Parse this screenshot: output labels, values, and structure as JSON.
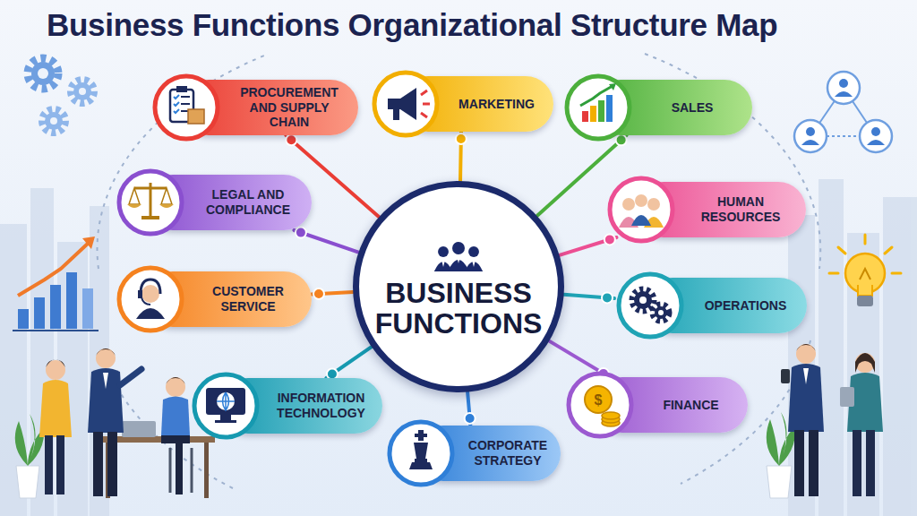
{
  "diagram": {
    "title": "Business Functions Organizational Structure Map",
    "nodes": [
      {
        "text": [
          "PROCUREMENT AND SUPPLY CHAIN"
        ]
      },
      {
        "text": [
          "MARKETING"
        ]
      },
      {
        "text": [
          "SALES"
        ]
      },
      {
        "text": [
          "LEGAL AND COMPLIANCE"
        ]
      },
      {
        "text": [
          "BUSINESS FUNCTIONS"
        ]
      },
      {
        "text": [
          "HUMAN RESOURCES"
        ]
      },
      {
        "text": [
          "CUSTOMER SERVICE"
        ]
      },
      {
        "text": [
          "OPERATIONS"
        ]
      },
      {
        "text": [
          "INFORMATION TECHNOLOGY"
        ]
      },
      {
        "text": [
          "FINANCE"
        ]
      },
      {
        "text": [
          "CORPORATE STRATEGY"
        ]
      }
    ],
    "edges": [
      {
        "from": 4,
        "to": 0,
        "arrow": "none"
      },
      {
        "from": 4,
        "to": 1,
        "arrow": "none"
      },
      {
        "from": 4,
        "to": 2,
        "arrow": "none"
      },
      {
        "from": 4,
        "to": 3,
        "arrow": "none"
      },
      {
        "from": 4,
        "to": 5,
        "arrow": "none"
      },
      {
        "from": 4,
        "to": 6,
        "arrow": "none"
      },
      {
        "from": 4,
        "to": 7,
        "arrow": "none"
      },
      {
        "from": 4,
        "to": 8,
        "arrow": "none"
      },
      {
        "from": 4,
        "to": 9,
        "arrow": "none"
      },
      {
        "from": 4,
        "to": 10,
        "arrow": "none"
      }
    ]
  }
}
